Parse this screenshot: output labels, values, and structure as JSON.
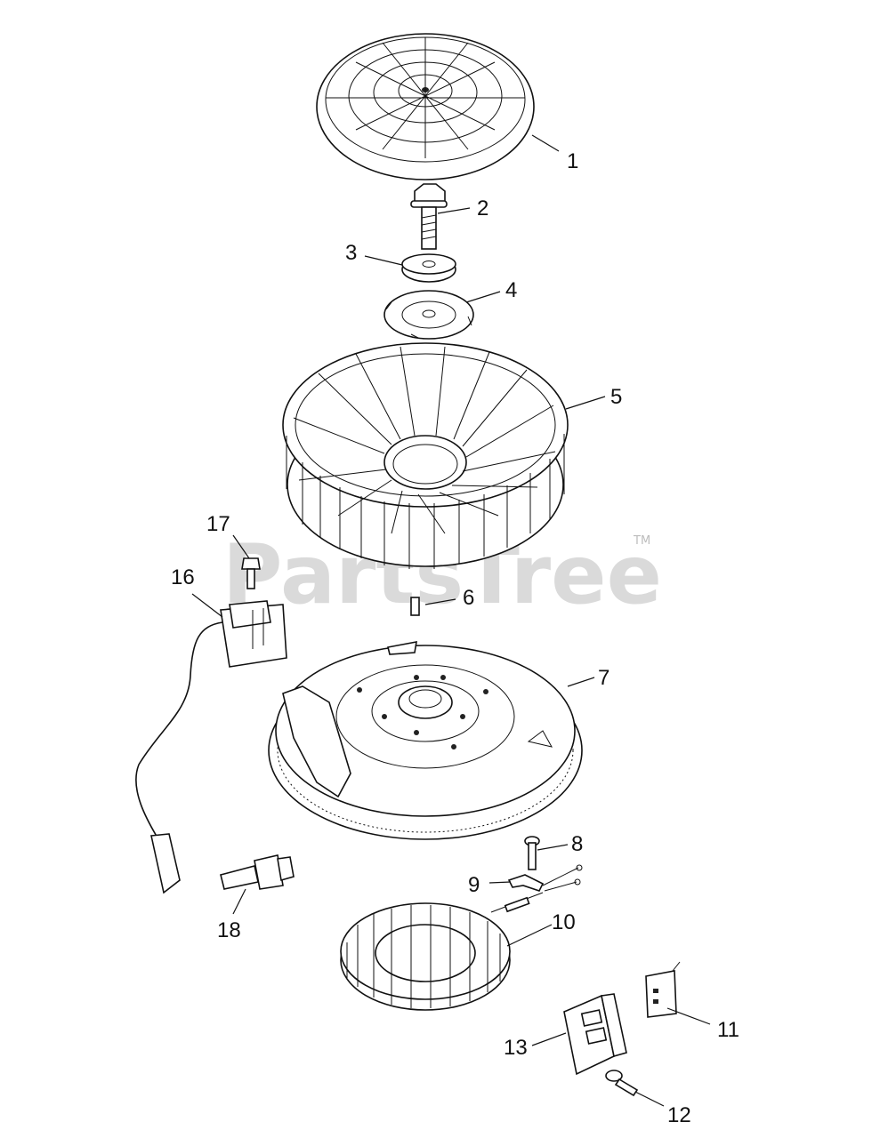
{
  "watermark": {
    "text": "PartsTree",
    "trademark": "TM"
  },
  "callouts": [
    "1",
    "2",
    "3",
    "4",
    "5",
    "6",
    "7",
    "8",
    "9",
    "10",
    "11",
    "12",
    "13",
    "16",
    "17",
    "18"
  ]
}
